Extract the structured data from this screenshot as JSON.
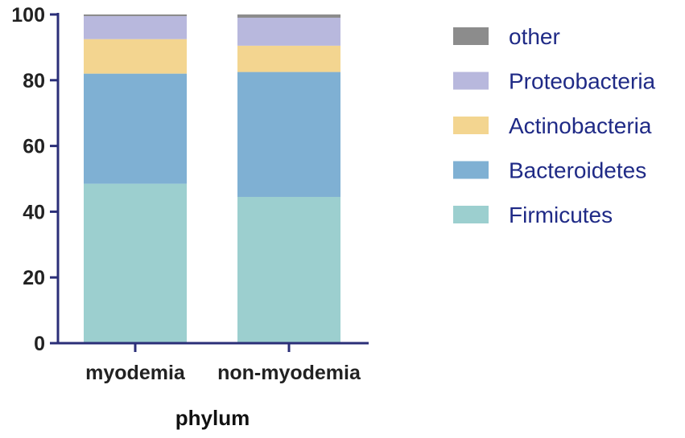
{
  "chart_data": {
    "type": "bar",
    "stacked": true,
    "categories": [
      "myodemia",
      "non-myodemia"
    ],
    "series": [
      {
        "name": "Firmicutes",
        "values": [
          48.5,
          44.5
        ],
        "color": "#9ccfcf"
      },
      {
        "name": "Bacteroidetes",
        "values": [
          33.5,
          38.0
        ],
        "color": "#7fb0d3"
      },
      {
        "name": "Actinobacteria",
        "values": [
          10.5,
          8.0
        ],
        "color": "#f3d590"
      },
      {
        "name": "Proteobacteria",
        "values": [
          7.0,
          8.5
        ],
        "color": "#b8b8dd"
      },
      {
        "name": "other",
        "values": [
          0.5,
          1.0
        ],
        "color": "#8c8c8c"
      }
    ],
    "xlabel": "phylum",
    "ylabel": "",
    "ylim": [
      0,
      100
    ],
    "yticks": [
      0,
      20,
      40,
      60,
      80,
      100
    ],
    "grid": false,
    "legend_position": "right",
    "legend_order": [
      "other",
      "Proteobacteria",
      "Actinobacteria",
      "Bacteroidetes",
      "Firmicutes"
    ],
    "axis_color": "#2b2f78"
  }
}
